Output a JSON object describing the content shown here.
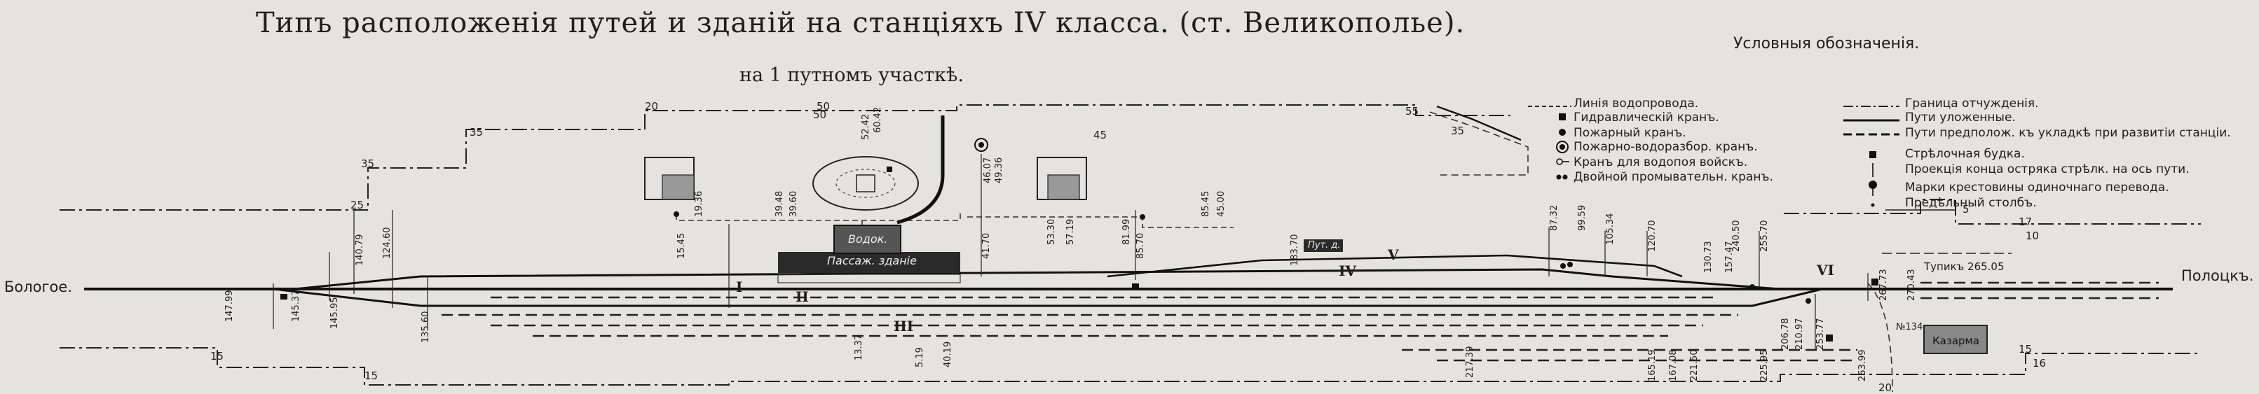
{
  "title": "Типъ расположенія путей и зданій на станціяхъ IV класса. (ст. Великополье).",
  "subtitle": "на 1 путномъ участкѣ.",
  "legend": {
    "title": "Условныя обозначенія.",
    "left": [
      {
        "label": "Линія водопровода.",
        "icon": "water-line-icon"
      },
      {
        "label": "Гидравлическій кранъ.",
        "icon": "hydraulic-crane-icon"
      },
      {
        "label": "Пожарный кранъ.",
        "icon": "fire-hydrant-icon"
      },
      {
        "label": "Пожарно-водоразбор. кранъ.",
        "icon": "fire-water-crane-icon"
      },
      {
        "label": "Кранъ для водопоя войскъ.",
        "icon": "troop-watering-crane-icon"
      },
      {
        "label": "Двойной промывательн. кранъ.",
        "icon": "double-flush-crane-icon"
      }
    ],
    "right": [
      {
        "label": "Граница отчужденія.",
        "icon": "boundary-line-icon"
      },
      {
        "label": "Пути уложенные.",
        "icon": "laid-track-icon"
      },
      {
        "label": "Пути предполож. къ укладкѣ при развитіи станціи.",
        "icon": "planned-track-icon"
      },
      {
        "label": "Стрѣлочная будка.",
        "icon": "switch-booth-icon"
      },
      {
        "label": "Проекція конца остряка стрѣлк. на ось пути.",
        "icon": "switch-point-projection-icon"
      },
      {
        "label": "Марки крестовины одиночнаго перевода.",
        "icon": "frog-mark-icon"
      },
      {
        "label": "Предѣльный столбъ.",
        "icon": "clearance-post-icon"
      }
    ]
  },
  "endpoints": {
    "left": "Бологое.",
    "right": "Полоцкъ."
  },
  "buildings": {
    "passenger": "Пассаж. зданіе",
    "water_tower": "Водок.",
    "small_house": "Пут. д.",
    "barracks": "Казарма"
  },
  "track_numbers": [
    "I",
    "II",
    "III",
    "IV",
    "V",
    "VI"
  ],
  "misc": {
    "dead_end": "Тупикъ 265.05",
    "note_45": "45",
    "no_134": "№134"
  },
  "chainage_labels": [
    "147.99",
    "145.37",
    "145.95",
    "140.79",
    "135.60",
    "15.45",
    "13.37",
    "5.19",
    "40.19",
    "41.70",
    "85.70",
    "87.32",
    "99.59",
    "105.34",
    "120.70",
    "221.50",
    "225.95",
    "240.50",
    "253.77",
    "255.70",
    "19.36",
    "39.48",
    "39.60",
    "53.30",
    "57.19",
    "81.99",
    "85.45",
    "45.00",
    "46.07",
    "49.36",
    "52.42",
    "60.42",
    "124.60",
    "130.73",
    "157.47",
    "165.19",
    "167.08",
    "183.70",
    "206.78",
    "210.97",
    "217.39",
    "263.99",
    "267.73",
    "270.43"
  ],
  "boundary_marks": [
    "25",
    "35",
    "35",
    "20",
    "50",
    "35",
    "5",
    "10",
    "17",
    "15",
    "15",
    "15",
    "16",
    "20",
    "50",
    "55"
  ]
}
